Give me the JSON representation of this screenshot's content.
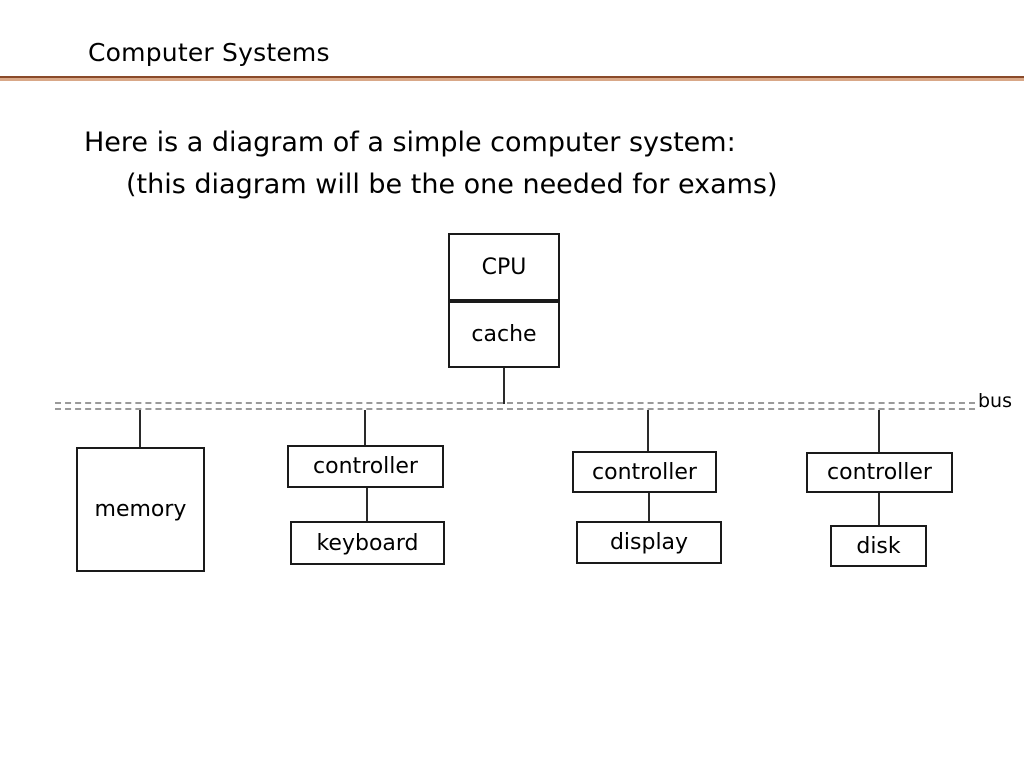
{
  "slide": {
    "title": "Computer Systems",
    "rule_dark_color": "#8a4a2a",
    "rule_light_color": "#d9a888",
    "body_lines": [
      "Here is a diagram of a simple computer system:",
      "(this diagram will be the one needed for exams)"
    ]
  },
  "diagram": {
    "type": "block-diagram",
    "bus_label": "bus",
    "bus_color": "#9a9a9a",
    "box_border_color": "#1a1a1a",
    "wire_color": "#2a2a2a",
    "nodes": {
      "cpu": "CPU",
      "cache": "cache",
      "memory": "memory",
      "keyboard_controller": "controller",
      "keyboard": "keyboard",
      "display_controller": "controller",
      "display": "display",
      "disk_controller": "controller",
      "disk": "disk"
    }
  }
}
